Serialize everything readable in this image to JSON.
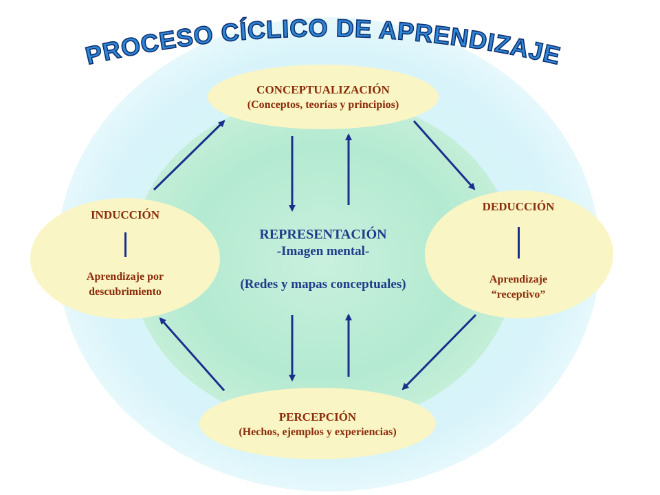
{
  "title": "PROCESO CÍCLICO DE APRENDIZAJE",
  "nodes": {
    "top": {
      "title": "CONCEPTUALIZACIÓN",
      "subtitle": "(Conceptos, teorías y principios)"
    },
    "left": {
      "title": "INDUCCIÓN",
      "line1": "Aprendizaje por",
      "line2": "descubrimiento"
    },
    "right": {
      "title": "DEDUCCIÓN",
      "line1": "Aprendizaje",
      "line2": "“receptivo”"
    },
    "bottom": {
      "title": "PERCEPCIÓN",
      "subtitle": "(Hechos, ejemplos y experiencias)"
    }
  },
  "center": {
    "title": "REPRESENTACIÓN",
    "subtitle": "-Imagen mental-",
    "note": "(Redes y mapas conceptuales)"
  },
  "colors": {
    "title_fill": "#2f86d6",
    "title_stroke": "#0d2f6e",
    "outer_circle": "#d7f4fa",
    "inner_circle": "#b4ead1",
    "ellipse_fill": "#faf5c4",
    "node_text": "#8a2c0c",
    "center_text": "#1f3c8a",
    "arrow": "#1a2f8c"
  }
}
